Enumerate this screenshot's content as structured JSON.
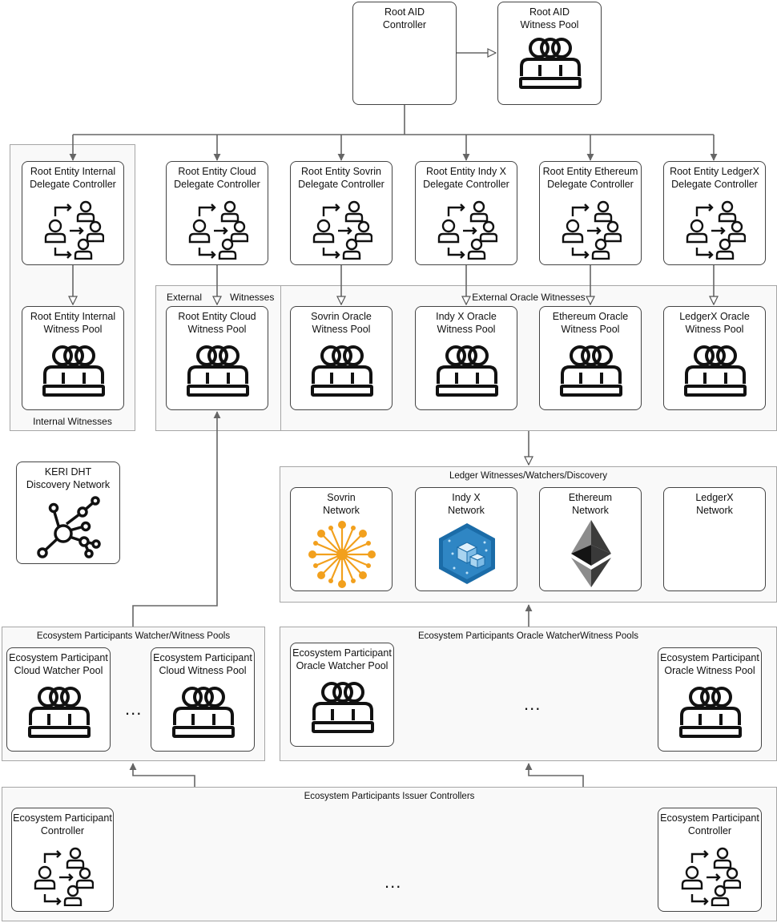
{
  "root": {
    "controller": "Root AID\nController",
    "witness_pool": "Root AID\nWitness Pool"
  },
  "groups": {
    "internal": "Internal Witnesses",
    "external_left": "External",
    "external_right": "Witnesses",
    "external_oracle": "External  Oracle Witnesses",
    "ledger": "Ledger Witnesses/Watchers/Discovery",
    "eco_watcher": "Ecosystem Participants Watcher/Witness Pools",
    "eco_oracle": "Ecosystem Participants Oracle WatcherWitness Pools",
    "eco_issuer": "Ecosystem Participants Issuer Controllers"
  },
  "delegates": [
    "Root Entity Internal\nDelegate Controller",
    "Root Entity Cloud\nDelegate Controller",
    "Root Entity Sovrin\nDelegate Controller",
    "Root Entity Indy X\nDelegate Controller",
    "Root Entity Ethereum\nDelegate Controller",
    "Root Entity LedgerX\nDelegate Controller"
  ],
  "witness_pools": [
    "Root Entity Internal\nWitness Pool",
    "Root Entity Cloud\nWitness Pool",
    "Sovrin Oracle\nWitness Pool",
    "Indy X Oracle\nWitness Pool",
    "Ethereum Oracle\nWitness Pool",
    "LedgerX Oracle\nWitness Pool"
  ],
  "keri": "KERI DHT\nDiscovery Network",
  "networks": [
    "Sovrin\nNetwork",
    "Indy X\nNetwork",
    "Ethereum\nNetwork",
    "LedgerX\nNetwork"
  ],
  "eco_pools": {
    "cloud_watcher": "Ecosystem Participant\nCloud Watcher Pool",
    "cloud_witness": "Ecosystem Participant\nCloud Witness Pool",
    "oracle_watcher": "Ecosystem Participant\nOracle Watcher Pool",
    "oracle_witness": "Ecosystem Participant\nOracle Witness Pool"
  },
  "eco_controllers": {
    "left": "Ecosystem Participant\nController",
    "right": "Ecosystem Participant\nController"
  },
  "ellipsis": "..."
}
